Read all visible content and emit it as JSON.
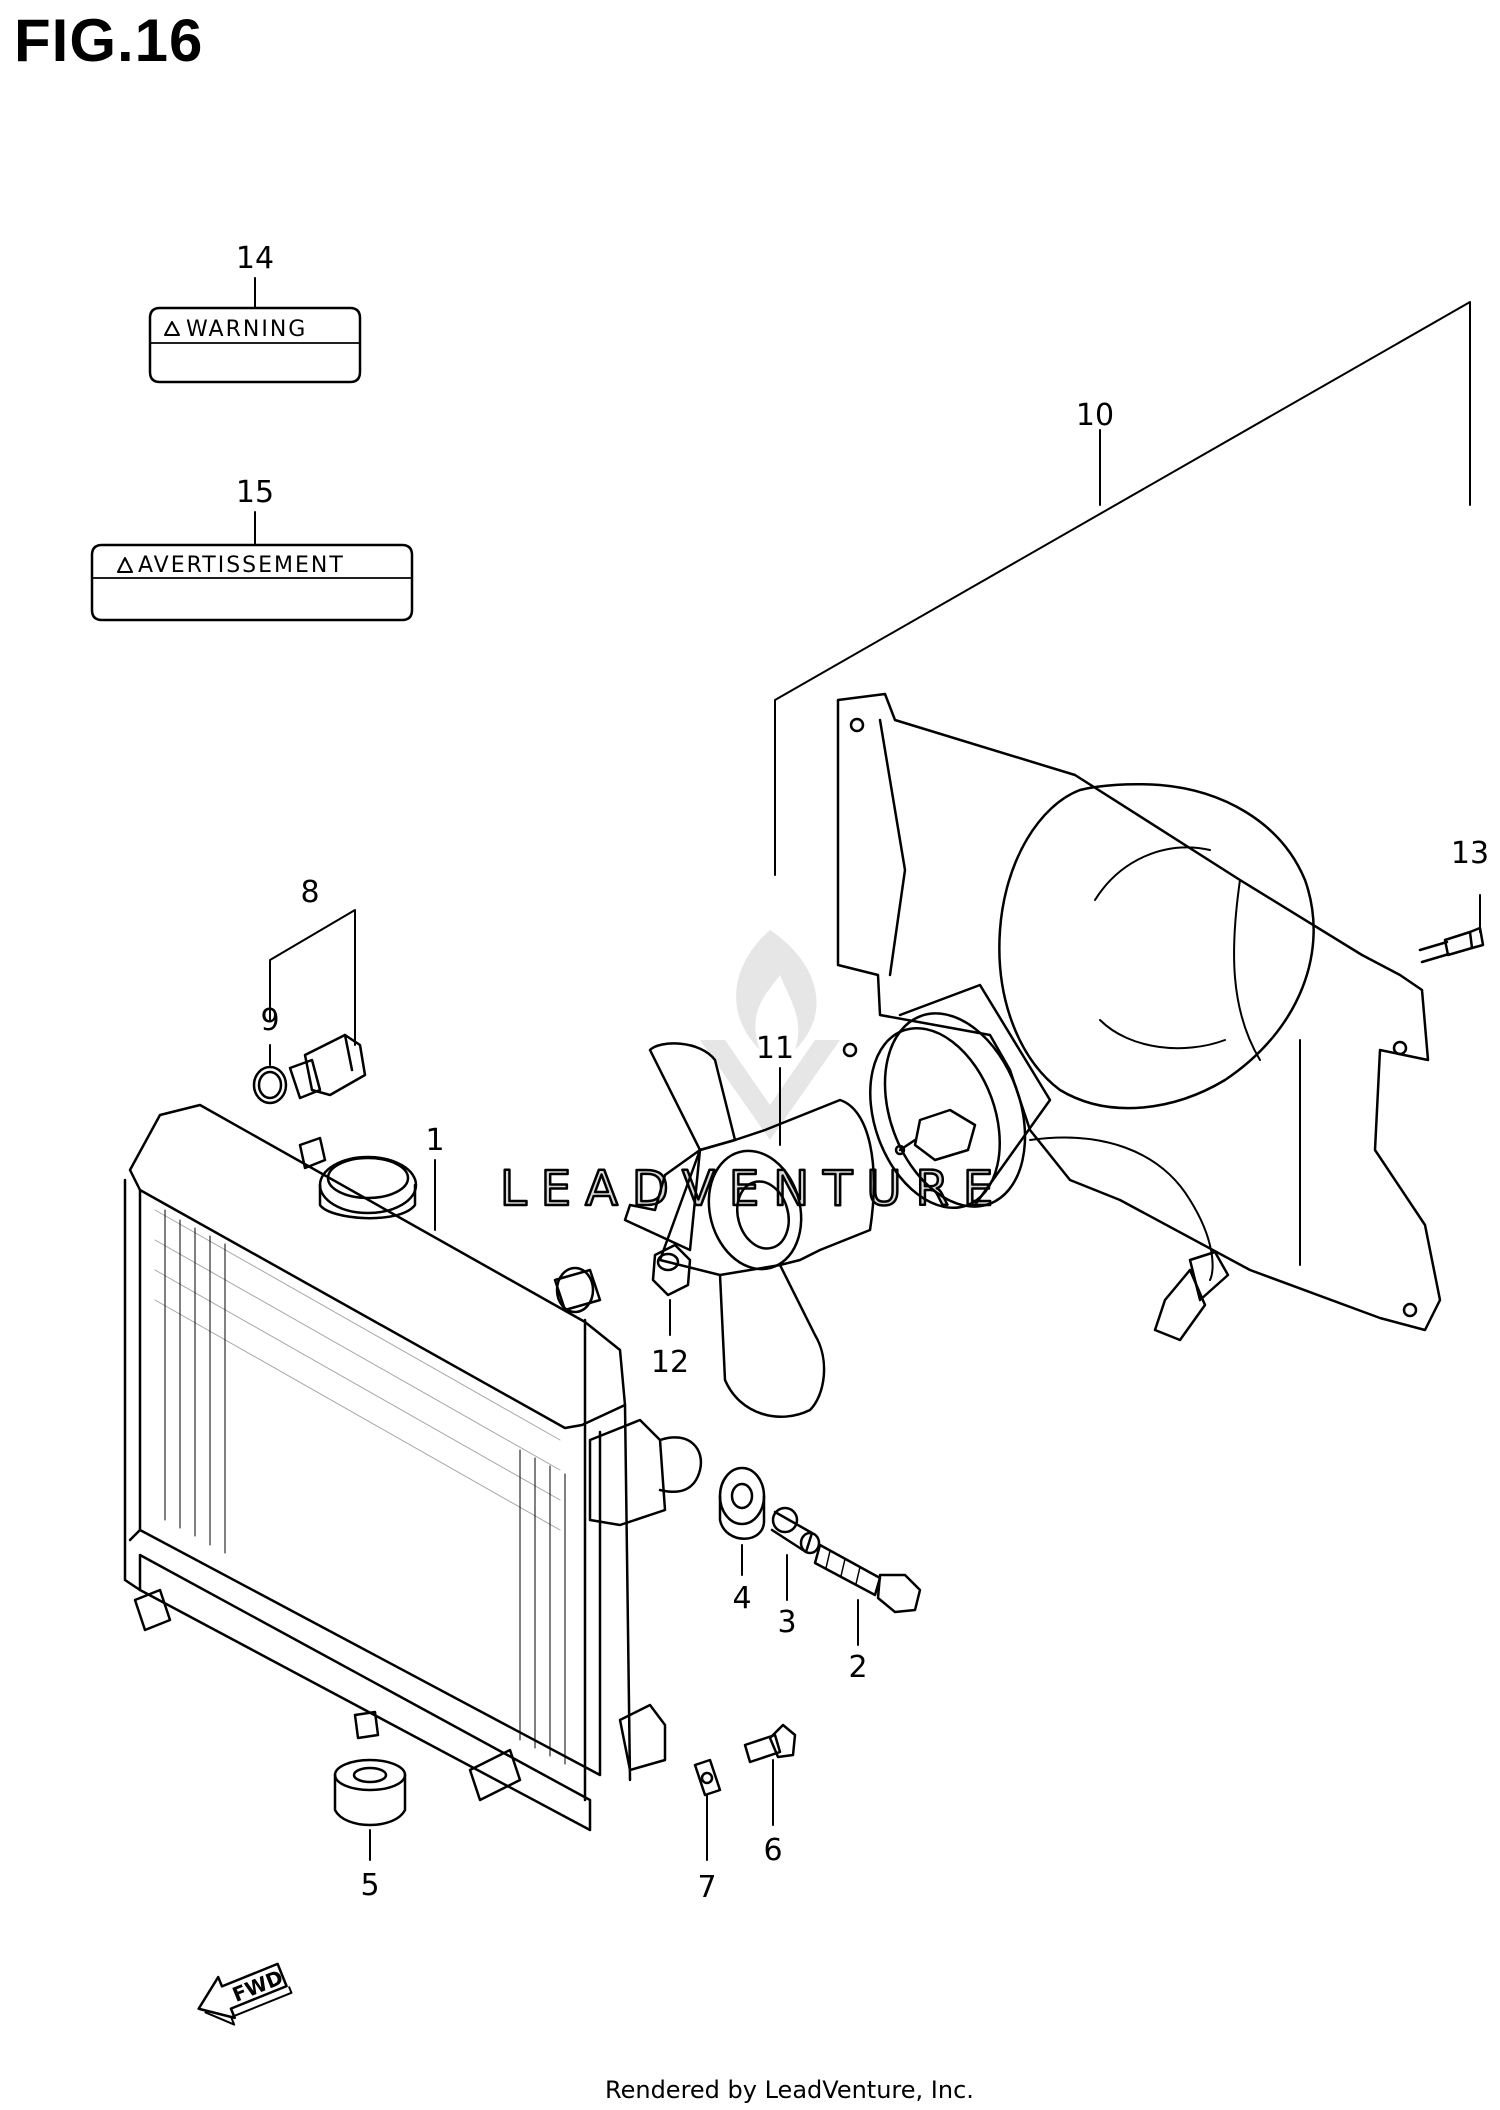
{
  "figure": {
    "title": "FIG.16",
    "footer": "Rendered by LeadVenture, Inc.",
    "watermark": "LEADVENTURE",
    "direction_marker": "FWD"
  },
  "labels": {
    "warning": "WARNING",
    "avertissement": "AVERTISSEMENT"
  },
  "callouts": {
    "c1": "1",
    "c2": "2",
    "c3": "3",
    "c4": "4",
    "c5": "5",
    "c6": "6",
    "c7": "7",
    "c8": "8",
    "c9": "9",
    "c10": "10",
    "c11": "11",
    "c12": "12",
    "c13": "13",
    "c14": "14",
    "c15": "15"
  },
  "colors": {
    "line": "#000000",
    "watermark": "#d9d9d9",
    "background": "#ffffff"
  }
}
